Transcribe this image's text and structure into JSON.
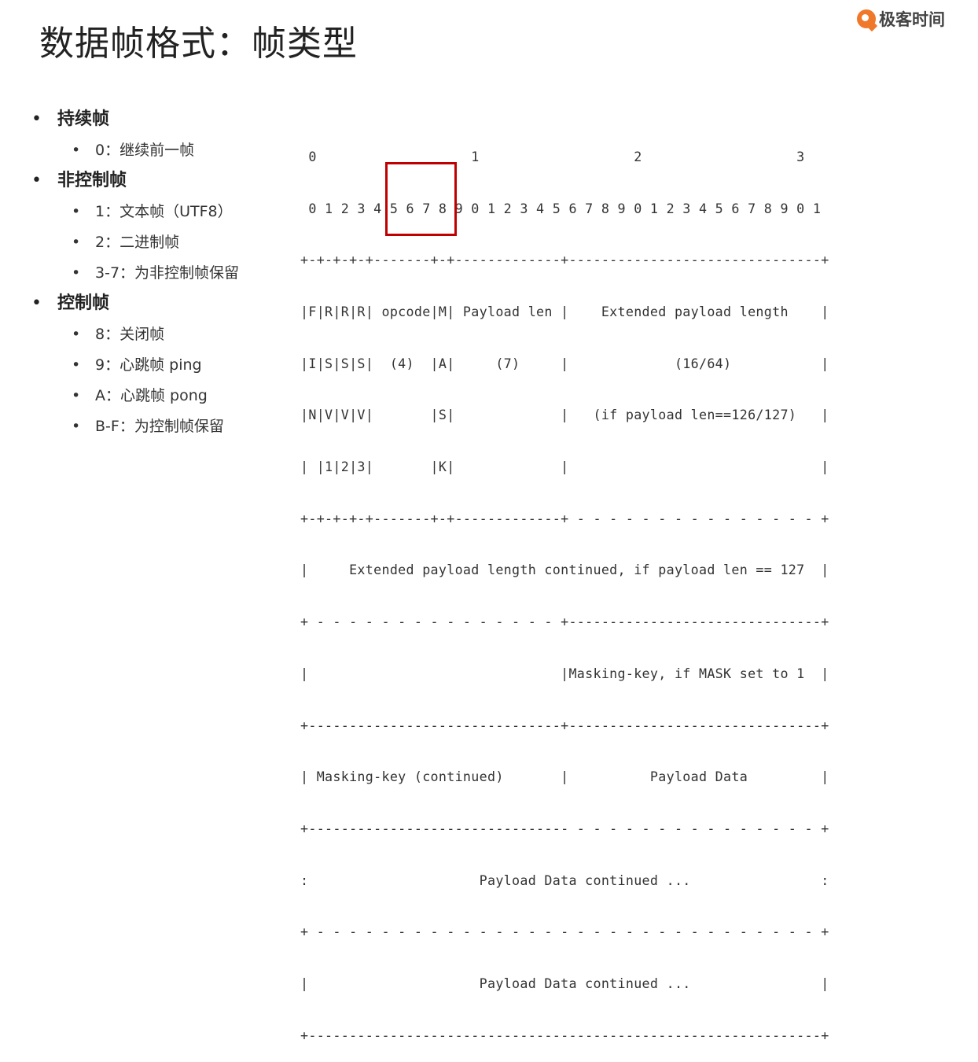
{
  "title": "数据帧格式：帧类型",
  "logo": {
    "text": "极客时间",
    "icon": "geekbang-logo-icon",
    "color": "#f0782a"
  },
  "accent_color": "#c00000",
  "groups": [
    {
      "heading": "持续帧",
      "items": [
        "0：继续前一帧"
      ]
    },
    {
      "heading": "非控制帧",
      "items": [
        "1：文本帧（UTF8）",
        "2：二进制帧",
        "3-7：为非控制帧保留"
      ]
    },
    {
      "heading": "控制帧",
      "items": [
        "8：关闭帧",
        "9：心跳帧 ping",
        "A：心跳帧 pong",
        "B-F：为控制帧保留"
      ]
    }
  ],
  "frame_diagram": {
    "lines": [
      " 0                   1                   2                   3",
      " 0 1 2 3 4 5 6 7 8 9 0 1 2 3 4 5 6 7 8 9 0 1 2 3 4 5 6 7 8 9 0 1",
      "+-+-+-+-+-------+-+-------------+-------------------------------+",
      "|F|R|R|R| opcode|M| Payload len |    Extended payload length    |",
      "|I|S|S|S|  (4)  |A|     (7)     |             (16/64)           |",
      "|N|V|V|V|       |S|             |   (if payload len==126/127)   |",
      "| |1|2|3|       |K|             |                               |",
      "+-+-+-+-+-------+-+-------------+ - - - - - - - - - - - - - - - +",
      "|     Extended payload length continued, if payload len == 127  |",
      "+ - - - - - - - - - - - - - - - +-------------------------------+",
      "|                               |Masking-key, if MASK set to 1  |",
      "+-------------------------------+-------------------------------+",
      "| Masking-key (continued)       |          Payload Data         |",
      "+-------------------------------- - - - - - - - - - - - - - - - +",
      ":                     Payload Data continued ...                :",
      "+ - - - - - - - - - - - - - - - - - - - - - - - - - - - - - - - +",
      "|                     Payload Data continued ...                |",
      "+---------------------------------------------------------------+"
    ]
  }
}
